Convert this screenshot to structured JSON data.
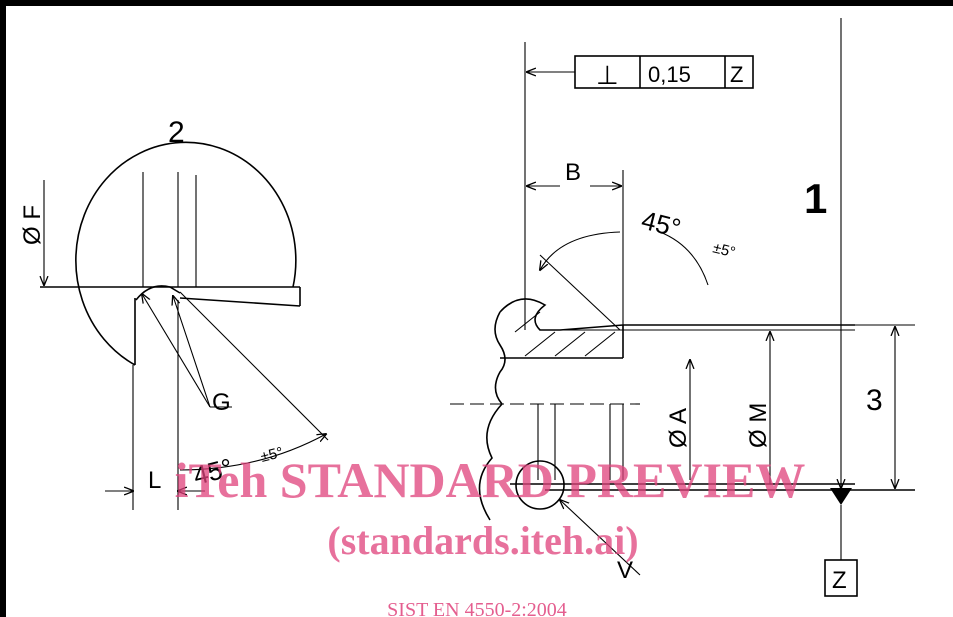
{
  "labels": {
    "view_left": "2",
    "view_right": "1",
    "dim_3": "3",
    "phi_f": "Ø F",
    "g": "G",
    "l": "L",
    "angle_left": "45°",
    "tol_left": "±5°",
    "b": "B",
    "angle_right": "45°",
    "tol_right": "±5°",
    "phi_a": "Ø A",
    "phi_m": "Ø M",
    "v": "V",
    "datum_z": "Z"
  },
  "tolerance_frame": {
    "symbol": "⊥",
    "value": "0,15",
    "datum": "Z"
  },
  "watermark": {
    "line1": "iTeh STANDARD PREVIEW",
    "line2": "(standards.iteh.ai)",
    "line3": "SIST EN 4550-2:2004"
  },
  "colors": {
    "watermark": "#e0427c",
    "ink": "#000000",
    "paper": "#ffffff",
    "border": "#000000"
  }
}
